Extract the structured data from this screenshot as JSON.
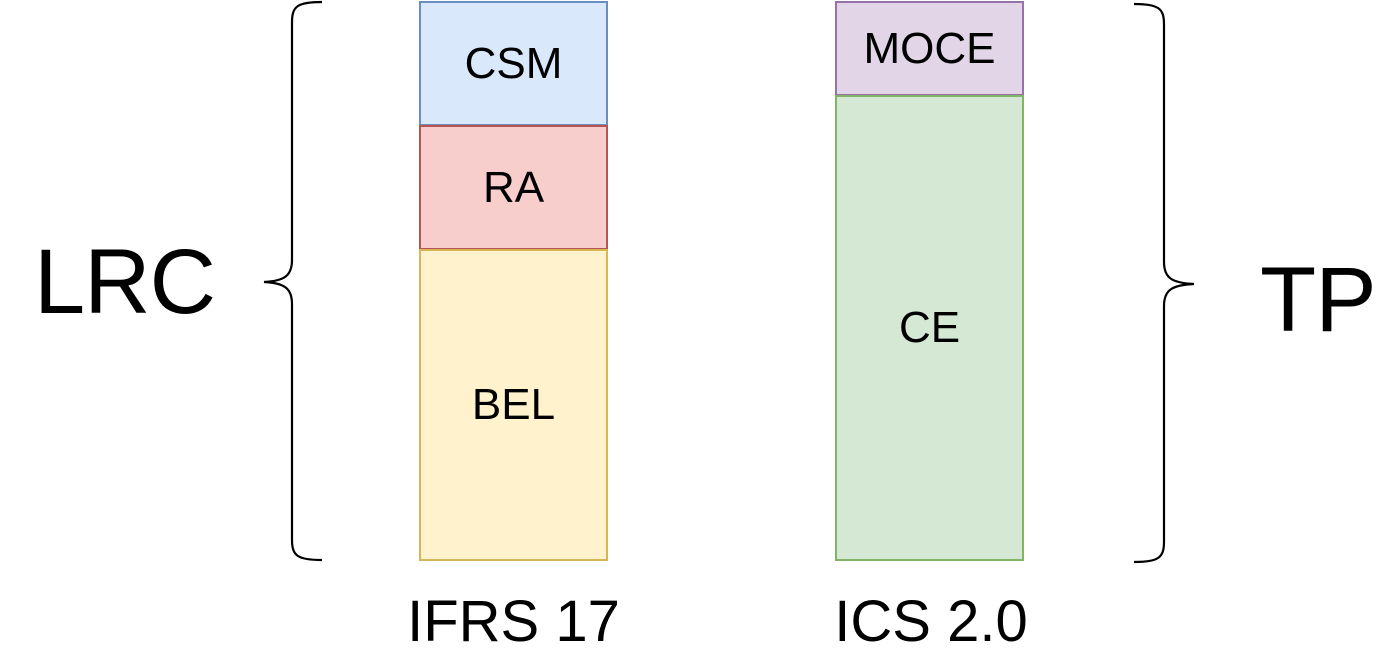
{
  "left_group": {
    "label": "LRC"
  },
  "right_group": {
    "label": "TP"
  },
  "ifrs_column": {
    "caption": "IFRS 17",
    "segments": [
      {
        "label": "CSM",
        "fill": "#dae8fc",
        "border": "#6c8ebf"
      },
      {
        "label": "RA",
        "fill": "#f8cecc",
        "border": "#b85450"
      },
      {
        "label": "BEL",
        "fill": "#fff2cc",
        "border": "#d6b656"
      }
    ]
  },
  "ics_column": {
    "caption": "ICS 2.0",
    "segments": [
      {
        "label": "MOCE",
        "fill": "#e1d5e7",
        "border": "#9673a6"
      },
      {
        "label": "CE",
        "fill": "#d5e8d4",
        "border": "#82b366"
      }
    ]
  }
}
